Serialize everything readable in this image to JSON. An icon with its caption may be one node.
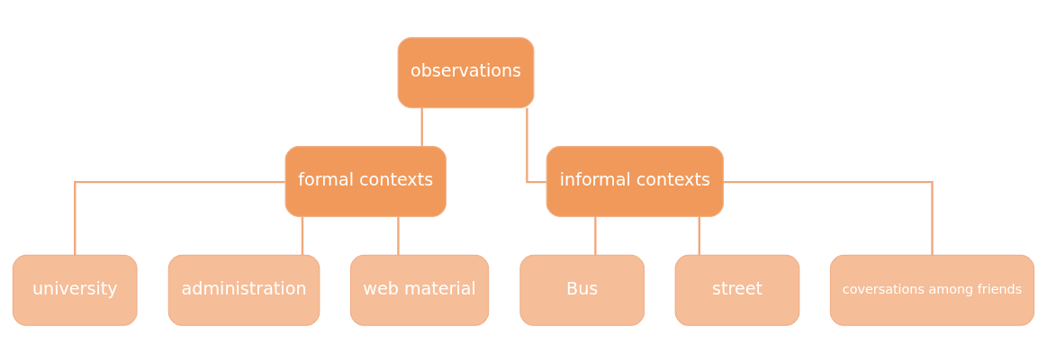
{
  "diagram": {
    "nodes": [
      {
        "text": [
          "observations"
        ]
      },
      {
        "text": [
          "formal contexts"
        ]
      },
      {
        "text": [
          "informal contexts"
        ]
      },
      {
        "text": [
          "university"
        ]
      },
      {
        "text": [
          "administration"
        ]
      },
      {
        "text": [
          "web material"
        ]
      },
      {
        "text": [
          "Bus"
        ]
      },
      {
        "text": [
          "street"
        ]
      },
      {
        "text": [
          "coversations among friends"
        ]
      }
    ],
    "edges": [
      {
        "from": 0,
        "to": 1,
        "arrow": "none"
      },
      {
        "from": 0,
        "to": 2,
        "arrow": "none"
      },
      {
        "from": 1,
        "to": 3,
        "arrow": "none"
      },
      {
        "from": 1,
        "to": 4,
        "arrow": "none"
      },
      {
        "from": 1,
        "to": 5,
        "arrow": "none"
      },
      {
        "from": 2,
        "to": 6,
        "arrow": "none"
      },
      {
        "from": 2,
        "to": 7,
        "arrow": "none"
      },
      {
        "from": 2,
        "to": 8,
        "arrow": "none"
      }
    ]
  }
}
